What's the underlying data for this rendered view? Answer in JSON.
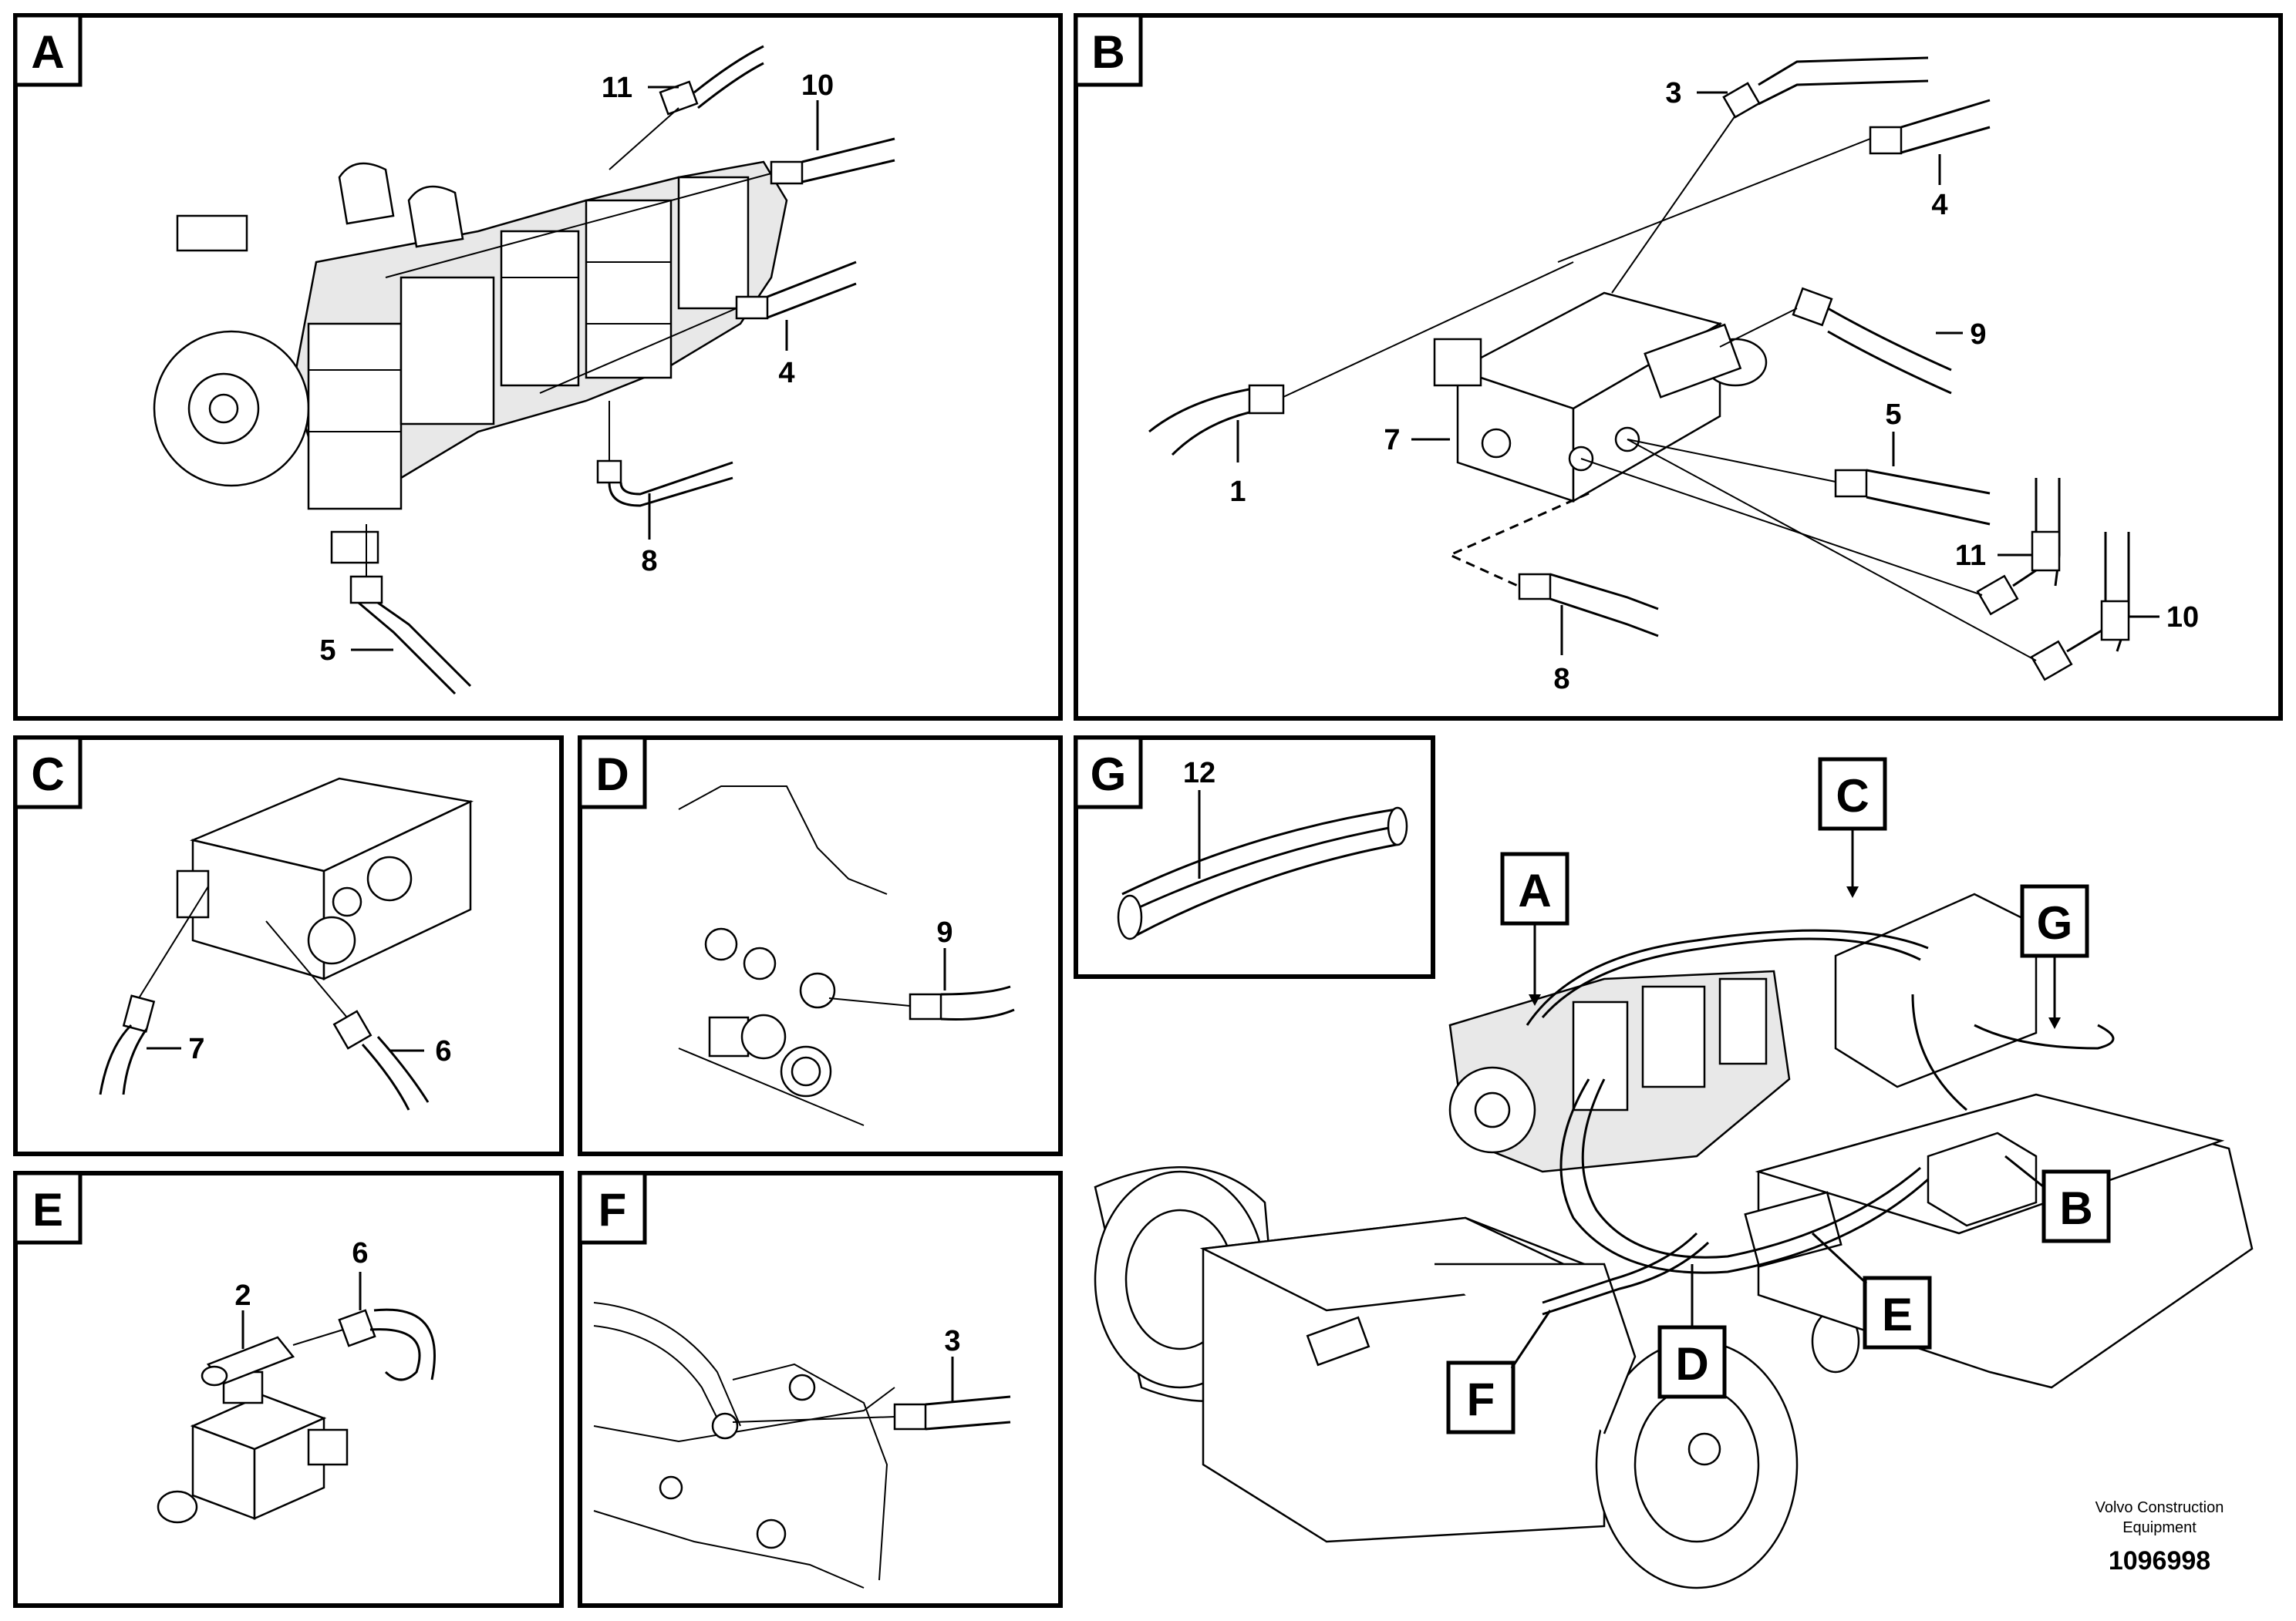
{
  "panels": {
    "A": {
      "tag": "A",
      "callouts": [
        "11",
        "10",
        "4",
        "8",
        "5"
      ]
    },
    "B": {
      "tag": "B",
      "callouts": [
        "3",
        "4",
        "9",
        "1",
        "7",
        "5",
        "11",
        "10",
        "8"
      ]
    },
    "C": {
      "tag": "C",
      "callouts": [
        "7",
        "6"
      ]
    },
    "D": {
      "tag": "D",
      "callouts": [
        "9"
      ]
    },
    "E": {
      "tag": "E",
      "callouts": [
        "2",
        "6"
      ]
    },
    "F": {
      "tag": "F",
      "callouts": [
        "3"
      ]
    },
    "G": {
      "tag": "G",
      "callouts": [
        "12"
      ]
    }
  },
  "overview_tags": [
    "A",
    "C",
    "G",
    "B",
    "E",
    "D",
    "F"
  ],
  "footer": {
    "company_line1": "Volvo Construction",
    "company_line2": "Equipment",
    "drawing_number": "1096998"
  }
}
